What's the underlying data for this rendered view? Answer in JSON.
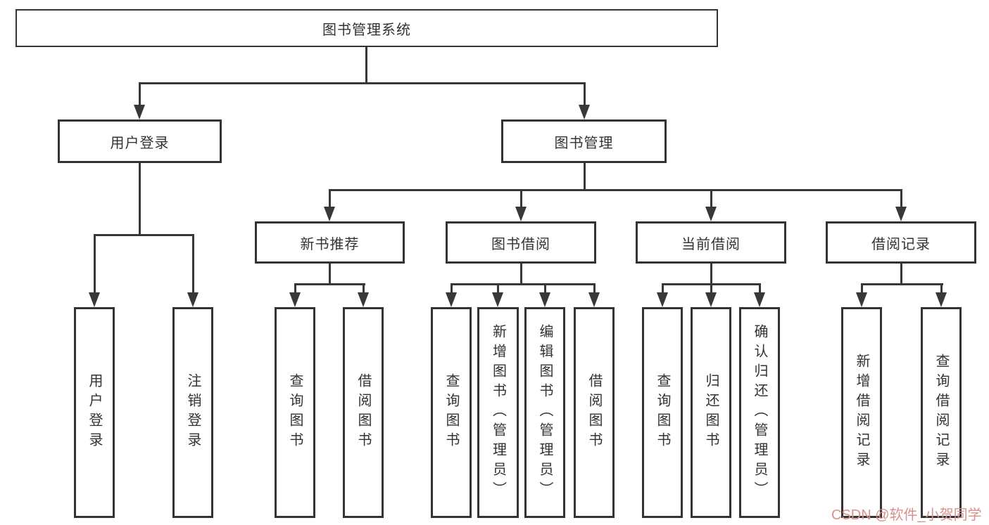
{
  "diagram": {
    "root": {
      "label": "图书管理系统"
    },
    "branches": [
      {
        "label": "用户登录",
        "children": [
          {
            "label": "用户登录"
          },
          {
            "label": "注销登录"
          }
        ]
      },
      {
        "label": "图书管理",
        "children": [
          {
            "label": "新书推荐",
            "children": [
              {
                "label": "查询图书"
              },
              {
                "label": "借阅图书"
              }
            ]
          },
          {
            "label": "图书借阅",
            "children": [
              {
                "label": "查询图书"
              },
              {
                "label": "新增图书（管理员）"
              },
              {
                "label": "编辑图书（管理员）"
              },
              {
                "label": "借阅图书"
              }
            ]
          },
          {
            "label": "当前借阅",
            "children": [
              {
                "label": "查询图书"
              },
              {
                "label": "归还图书"
              },
              {
                "label": "确认归还（管理员）"
              }
            ]
          },
          {
            "label": "借阅记录",
            "children": [
              {
                "label": "新增借阅记录"
              },
              {
                "label": "查询借阅记录"
              }
            ]
          }
        ]
      }
    ]
  },
  "watermark": {
    "text": "CSDN @软件_小贺同学",
    "color": "#d9928c"
  },
  "colors": {
    "line": "#383838",
    "border": "#333333",
    "text": "#333333",
    "background": "#ffffff"
  }
}
